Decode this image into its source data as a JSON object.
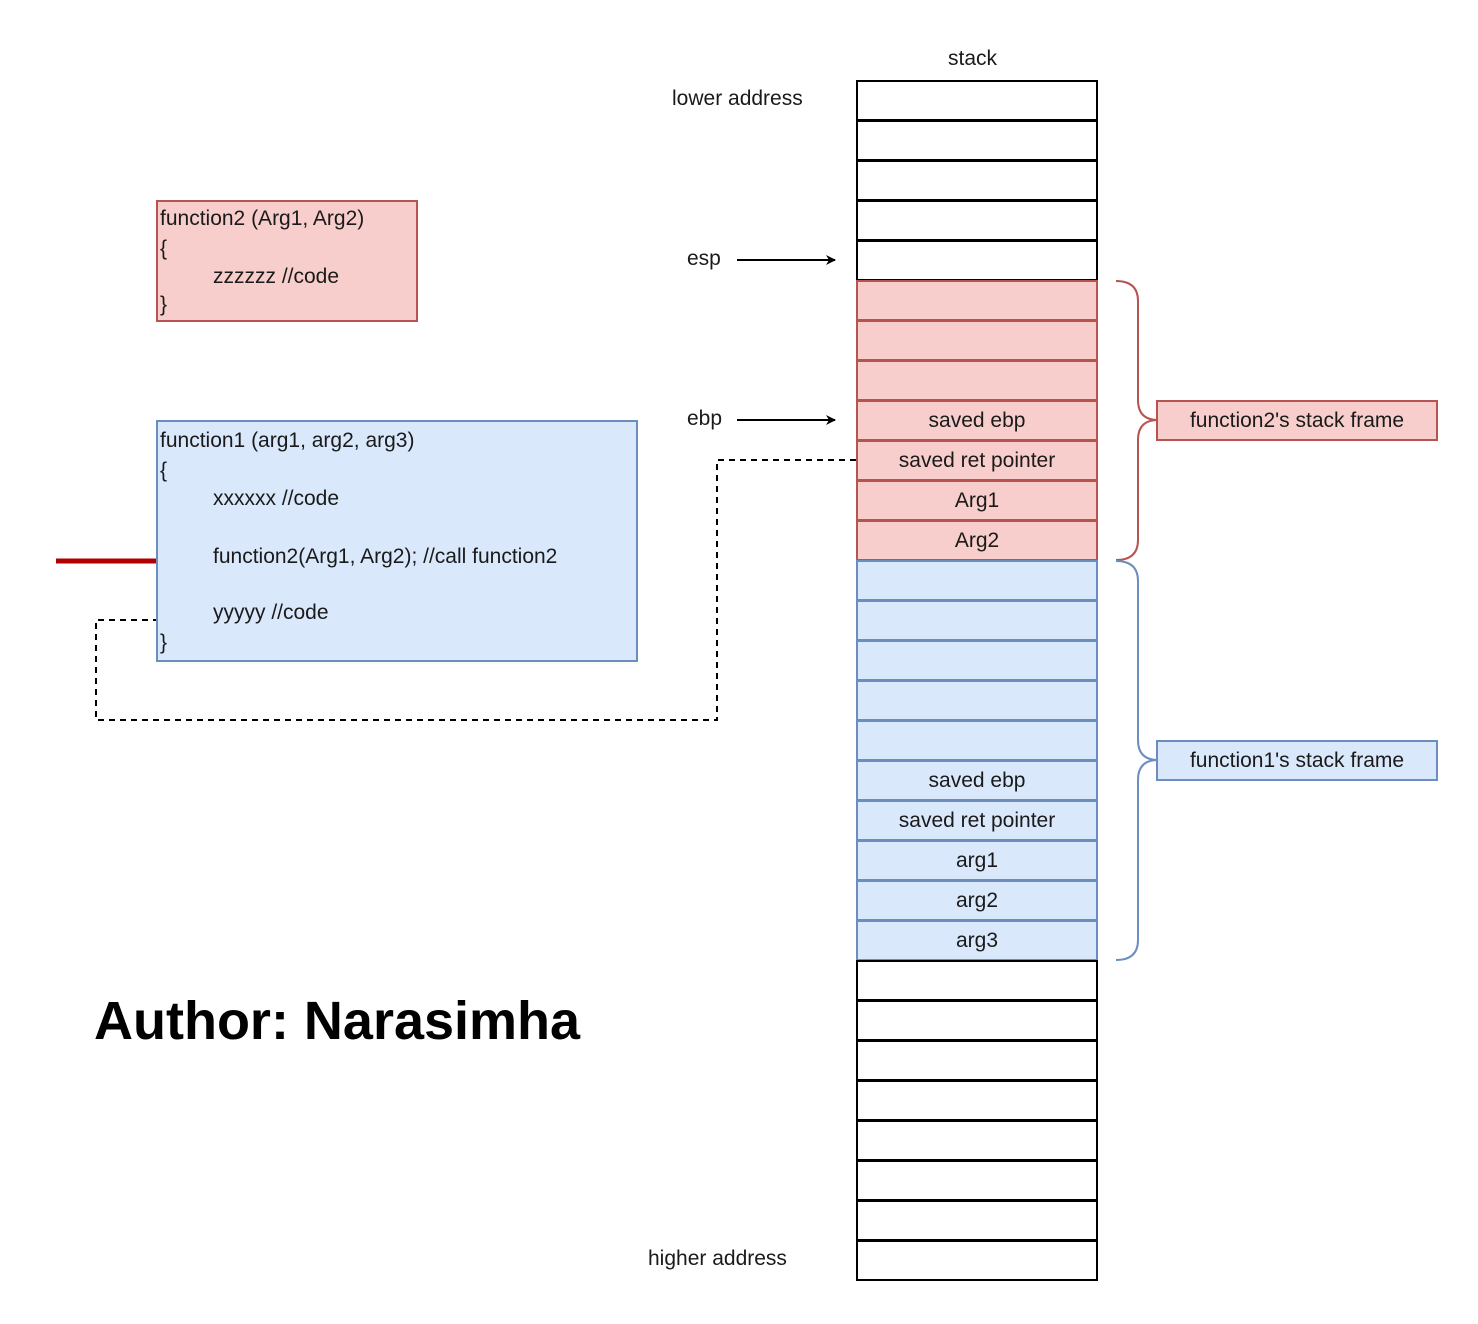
{
  "stack": {
    "title": "stack",
    "lower_label": "lower address",
    "higher_label": "higher address",
    "cells": [
      {
        "text": "",
        "frame": "none"
      },
      {
        "text": "",
        "frame": "none"
      },
      {
        "text": "",
        "frame": "none"
      },
      {
        "text": "",
        "frame": "none"
      },
      {
        "text": "",
        "frame": "none"
      },
      {
        "text": "",
        "frame": "function2"
      },
      {
        "text": "",
        "frame": "function2"
      },
      {
        "text": "",
        "frame": "function2"
      },
      {
        "text": "saved ebp",
        "frame": "function2"
      },
      {
        "text": "saved ret pointer",
        "frame": "function2"
      },
      {
        "text": "Arg1",
        "frame": "function2"
      },
      {
        "text": "Arg2",
        "frame": "function2"
      },
      {
        "text": "",
        "frame": "function1"
      },
      {
        "text": "",
        "frame": "function1"
      },
      {
        "text": "",
        "frame": "function1"
      },
      {
        "text": "",
        "frame": "function1"
      },
      {
        "text": "",
        "frame": "function1"
      },
      {
        "text": "saved ebp",
        "frame": "function1"
      },
      {
        "text": "saved ret pointer",
        "frame": "function1"
      },
      {
        "text": "arg1",
        "frame": "function1"
      },
      {
        "text": "arg2",
        "frame": "function1"
      },
      {
        "text": "arg3",
        "frame": "function1"
      },
      {
        "text": "",
        "frame": "none"
      },
      {
        "text": "",
        "frame": "none"
      },
      {
        "text": "",
        "frame": "none"
      },
      {
        "text": "",
        "frame": "none"
      },
      {
        "text": "",
        "frame": "none"
      },
      {
        "text": "",
        "frame": "none"
      },
      {
        "text": "",
        "frame": "none"
      },
      {
        "text": "",
        "frame": "none"
      }
    ]
  },
  "pointers": {
    "esp": "esp",
    "ebp": "ebp"
  },
  "frames": {
    "function2": "function2's stack frame",
    "function1": "function1's stack frame"
  },
  "code": {
    "function2": {
      "signature": "function2 (Arg1, Arg2)",
      "open": "{",
      "body": "zzzzzz //code",
      "close": "}"
    },
    "function1": {
      "signature": "function1 (arg1, arg2, arg3)",
      "open": "{",
      "line1": "xxxxxx //code",
      "call": "function2(Arg1, Arg2); //call function2",
      "line2": "yyyyy //code",
      "close": "}"
    }
  },
  "author": "Author: Narasimha",
  "colors": {
    "function2_fill": "#f8cecc",
    "function2_stroke": "#b85450",
    "function1_fill": "#dae8fc",
    "function1_stroke": "#6c8ebf",
    "call_arrow": "#b20000"
  }
}
